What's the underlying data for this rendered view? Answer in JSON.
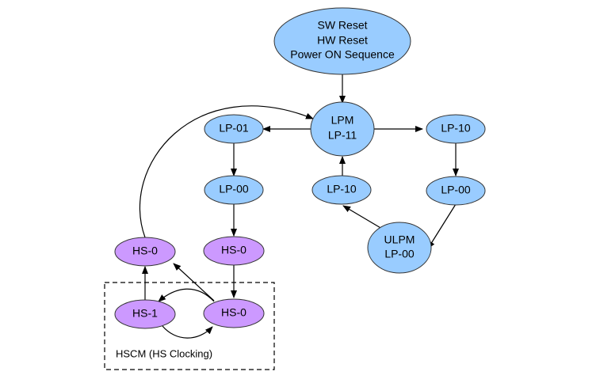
{
  "colors": {
    "lp_state": "#99ccff",
    "hs_state": "#cc99ff",
    "outline": "#333333",
    "arrow": "#000000"
  },
  "nodes": {
    "reset": {
      "lines": [
        "SW Reset",
        "HW Reset",
        "Power ON Sequence"
      ]
    },
    "lpm": {
      "lines": [
        "LPM",
        "LP-11"
      ]
    },
    "lp01": {
      "label": "LP-01"
    },
    "lp00_left": {
      "label": "LP-00"
    },
    "lp10_right": {
      "label": "LP-10"
    },
    "lp00_right": {
      "label": "LP-00"
    },
    "lp10_mid": {
      "label": "LP-10"
    },
    "ulpm": {
      "lines": [
        "ULPM",
        "LP-00"
      ]
    },
    "hs0_left": {
      "label": "HS-0"
    },
    "hs0_mid": {
      "label": "HS-0"
    },
    "hs1": {
      "label": "HS-1"
    },
    "hs0_bottom": {
      "label": "HS-0"
    }
  },
  "hscm_box": {
    "caption": "HSCM (HS Clocking)"
  }
}
